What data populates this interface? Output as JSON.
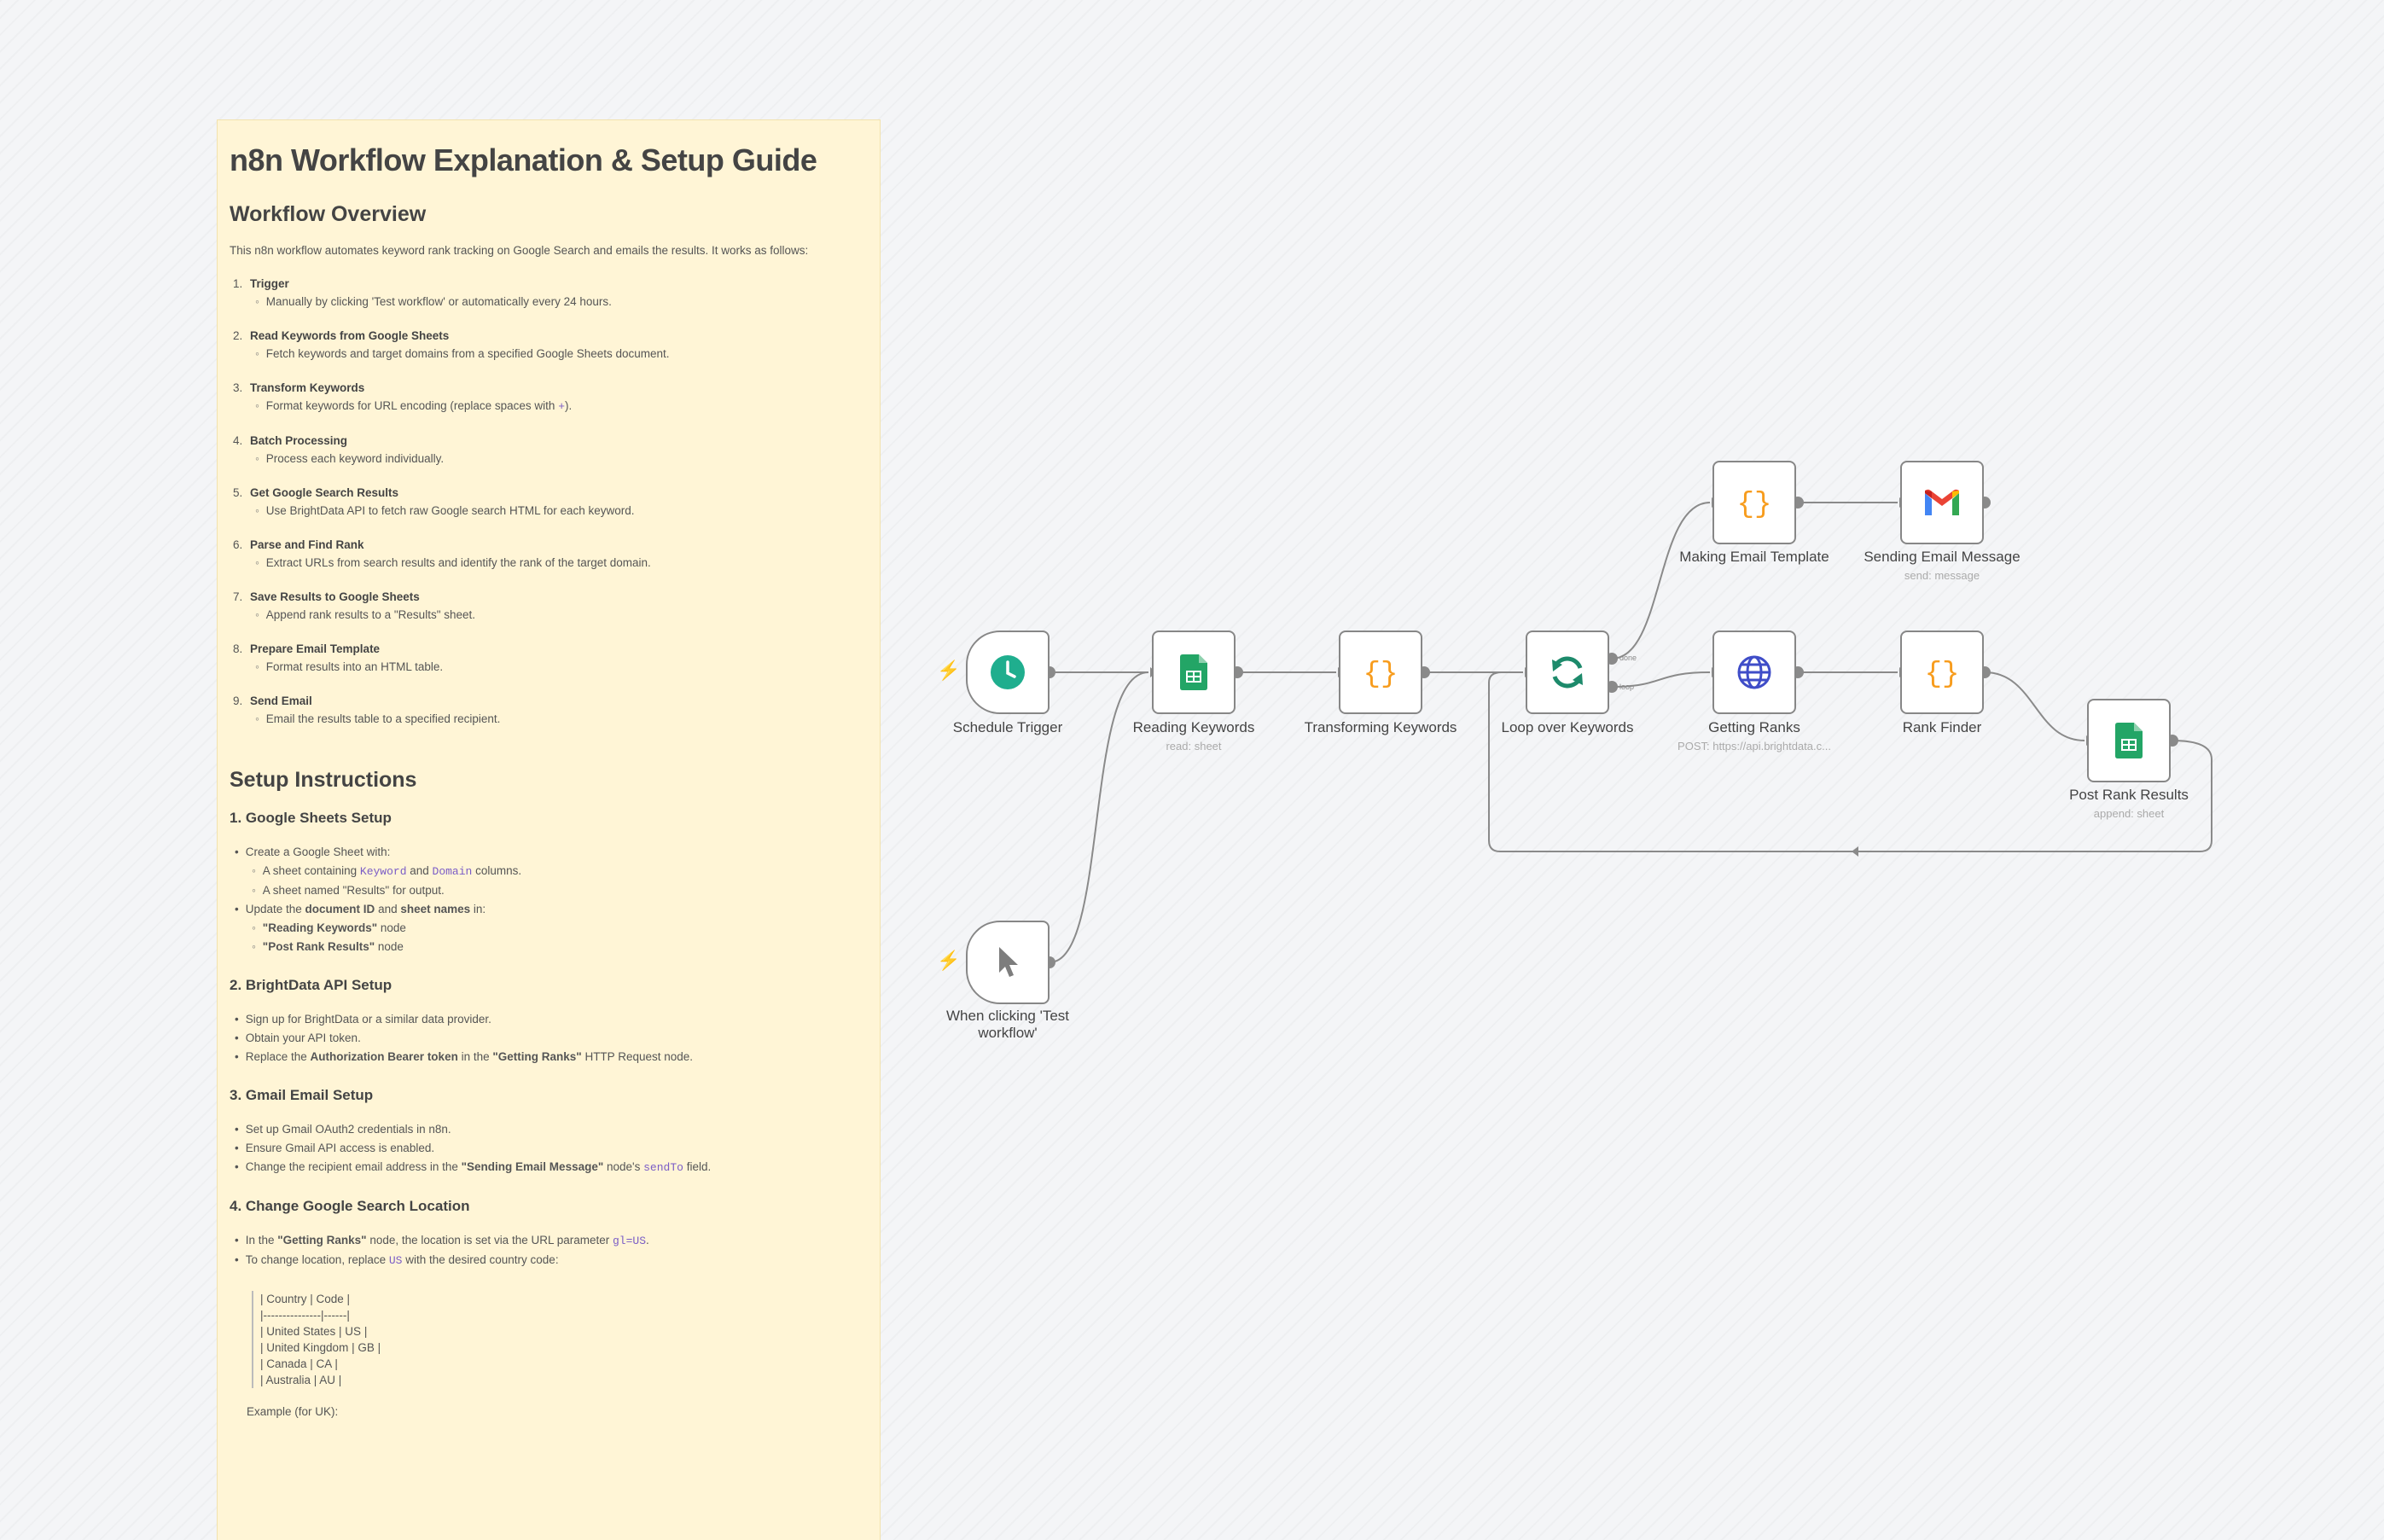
{
  "note": {
    "title": "n8n Workflow Explanation & Setup Guide",
    "overview_heading": "Workflow Overview",
    "intro": "This n8n workflow automates keyword rank tracking on Google Search and emails the results. It works as follows:",
    "steps": [
      {
        "num": "1.",
        "title": "Trigger",
        "desc": "Manually by clicking 'Test workflow' or automatically every 24 hours."
      },
      {
        "num": "2.",
        "title": "Read Keywords from Google Sheets",
        "desc": "Fetch keywords and target domains from a specified Google Sheets document."
      },
      {
        "num": "3.",
        "title": "Transform Keywords",
        "desc_a": "Format keywords for URL encoding (replace spaces with ",
        "desc_code": "+",
        "desc_b": ")."
      },
      {
        "num": "4.",
        "title": "Batch Processing",
        "desc": "Process each keyword individually."
      },
      {
        "num": "5.",
        "title": "Get Google Search Results",
        "desc": "Use BrightData API to fetch raw Google search HTML for each keyword."
      },
      {
        "num": "6.",
        "title": "Parse and Find Rank",
        "desc": "Extract URLs from search results and identify the rank of the target domain."
      },
      {
        "num": "7.",
        "title": "Save Results to Google Sheets",
        "desc": "Append rank results to a \"Results\" sheet."
      },
      {
        "num": "8.",
        "title": "Prepare Email Template",
        "desc": "Format results into an HTML table."
      },
      {
        "num": "9.",
        "title": "Send Email",
        "desc": "Email the results table to a specified recipient."
      }
    ],
    "setup_heading": "Setup Instructions",
    "gs": {
      "heading": "1. Google Sheets Setup",
      "b1": "Create a Google Sheet with:",
      "s1a": "A sheet containing ",
      "s1_code1": "Keyword",
      "s1b": " and ",
      "s1_code2": "Domain",
      "s1c": " columns.",
      "s2": "A sheet named \"Results\" for output.",
      "b2a": "Update the ",
      "b2b1": "document ID",
      "b2c": " and ",
      "b2b2": "sheet names",
      "b2d": " in:",
      "s3b": "\"Reading Keywords\"",
      "s3": " node",
      "s4b": "\"Post Rank Results\"",
      "s4": " node"
    },
    "bd": {
      "heading": "2. BrightData API Setup",
      "b1": "Sign up for BrightData or a similar data provider.",
      "b2": "Obtain your API token.",
      "b3a": "Replace the ",
      "b3b1": "Authorization Bearer token",
      "b3c": " in the ",
      "b3b2": "\"Getting Ranks\"",
      "b3d": " HTTP Request node."
    },
    "gm": {
      "heading": "3. Gmail Email Setup",
      "b1": "Set up Gmail OAuth2 credentials in n8n.",
      "b2": "Ensure Gmail API access is enabled.",
      "b3a": "Change the recipient email address in the ",
      "b3b": "\"Sending Email Message\"",
      "b3c": " node's ",
      "b3code": "sendTo",
      "b3d": " field."
    },
    "loc": {
      "heading": "4. Change Google Search Location",
      "b1a": "In the ",
      "b1b": "\"Getting Ranks\"",
      "b1c": " node, the location is set via the URL parameter ",
      "b1code": "gl=US",
      "b1d": ".",
      "b2a": "To change location, replace ",
      "b2code": "US",
      "b2b": " with the desired country code:",
      "table": [
        "| Country | Code |",
        "|---------------|------|",
        "| United States | US |",
        "| United Kingdom | GB |",
        "| Canada | CA |",
        "| Australia | AU |"
      ],
      "example": "Example (for UK):"
    }
  },
  "nodes": {
    "schedule": {
      "label": "Schedule Trigger"
    },
    "manual": {
      "label1": "When clicking 'Test",
      "label2": "workflow'"
    },
    "reading": {
      "label": "Reading Keywords",
      "sub": "read: sheet"
    },
    "transform": {
      "label": "Transforming Keywords"
    },
    "loop": {
      "label": "Loop over Keywords",
      "out_done": "done",
      "out_loop": "loop"
    },
    "template": {
      "label": "Making Email Template"
    },
    "sending": {
      "label": "Sending Email Message",
      "sub": "send: message"
    },
    "ranks": {
      "label": "Getting Ranks",
      "sub": "POST: https://api.brightdata.c..."
    },
    "finder": {
      "label": "Rank Finder"
    },
    "post": {
      "label": "Post Rank Results",
      "sub": "append: sheet"
    }
  },
  "colors": {
    "code_purple": "#7a5cc6",
    "trigger_teal": "#1fae8e",
    "sheets_green": "#23a566",
    "code_orange": "#f79c1d",
    "http_blue": "#3f4dc8",
    "loop_green": "#1d8a6b",
    "bolt_red": "#ff6d5a",
    "edge_gray": "#8a8a8a"
  }
}
